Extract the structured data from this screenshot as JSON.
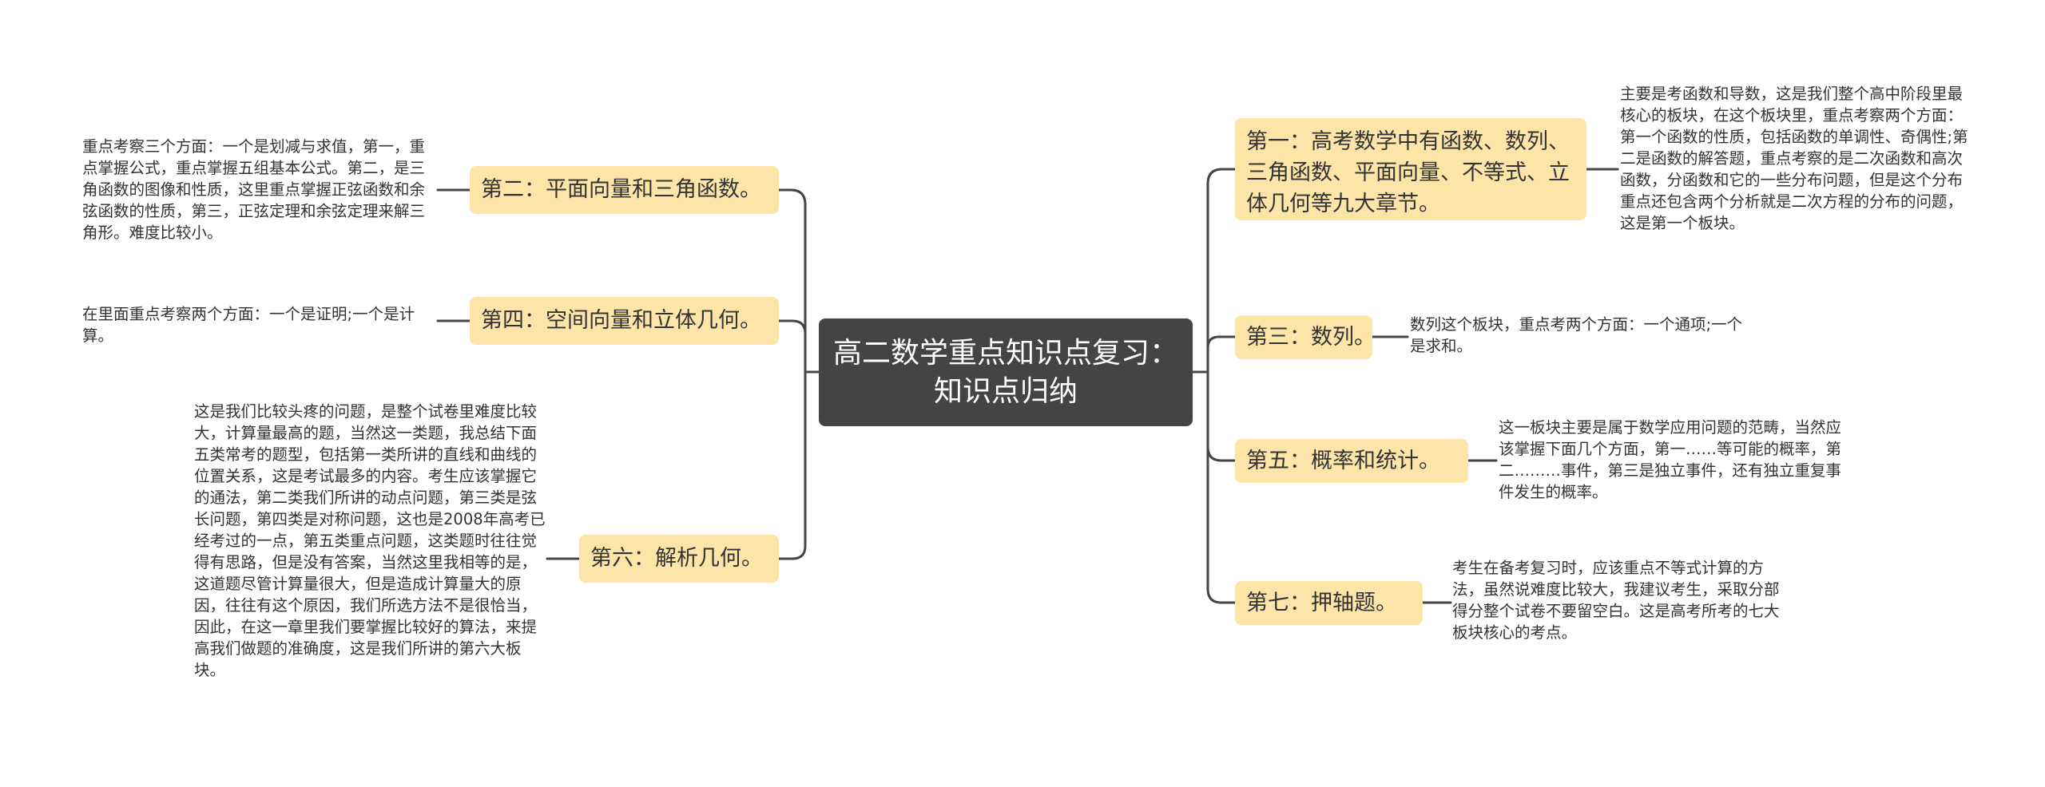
{
  "central": {
    "title": "高二数学重点知识点复习：知识点归纳"
  },
  "right_branches": [
    {
      "label": "第一：高考数学中有函数、数列、三角函数、平面向量、不等式、立体几何等九大章节。",
      "note": "主要是考函数和导数，这是我们整个高中阶段里最核心的板块，在这个板块里，重点考察两个方面：第一个函数的性质，包括函数的单调性、奇偶性;第二是函数的解答题，重点考察的是二次函数和高次函数，分函数和它的一些分布问题，但是这个分布重点还包含两个分析就是二次方程的分布的问题，这是第一个板块。"
    },
    {
      "label": "第三：数列。",
      "note": "数列这个板块，重点考两个方面：一个通项;一个是求和。"
    },
    {
      "label": "第五：概率和统计。",
      "note": "这一板块主要是属于数学应用问题的范畴，当然应该掌握下面几个方面，第一……等可能的概率，第二………事件，第三是独立事件，还有独立重复事件发生的概率。"
    },
    {
      "label": "第七：押轴题。",
      "note": "考生在备考复习时，应该重点不等式计算的方法，虽然说难度比较大，我建议考生，采取分部得分整个试卷不要留空白。这是高考所考的七大板块核心的考点。"
    }
  ],
  "left_branches": [
    {
      "label": "第二：平面向量和三角函数。",
      "note": "重点考察三个方面：一个是划减与求值，第一，重点掌握公式，重点掌握五组基本公式。第二，是三角函数的图像和性质，这里重点掌握正弦函数和余弦函数的性质，第三，正弦定理和余弦定理来解三角形。难度比较小。"
    },
    {
      "label": "第四：空间向量和立体几何。",
      "note": "在里面重点考察两个方面：一个是证明;一个是计算。"
    },
    {
      "label": "第六：解析几何。",
      "note": "这是我们比较头疼的问题，是整个试卷里难度比较大，计算量最高的题，当然这一类题，我总结下面五类常考的题型，包括第一类所讲的直线和曲线的位置关系，这是考试最多的内容。考生应该掌握它的通法，第二类我们所讲的动点问题，第三类是弦长问题，第四类是对称问题，这也是2008年高考已经考过的一点，第五类重点问题，这类题时往往觉得有思路，但是没有答案，当然这里我相等的是，这道题尽管计算量很大，但是造成计算量大的原因，往往有这个原因，我们所选方法不是很恰当，因此，在这一章里我们要掌握比较好的算法，来提高我们做题的准确度，这是我们所讲的第六大板块。"
    }
  ],
  "colors": {
    "node_fill": "#fde4a9",
    "central_fill": "#444444",
    "connector": "#444444",
    "text": "#333333"
  }
}
